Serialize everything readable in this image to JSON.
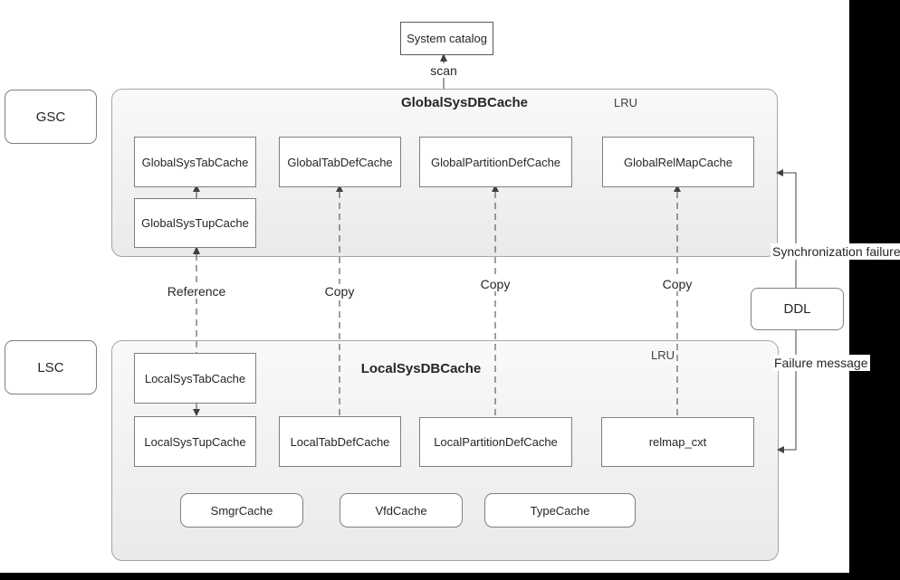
{
  "top": {
    "system_catalog": "System catalog",
    "scan": "scan"
  },
  "side": {
    "gsc": "GSC",
    "lsc": "LSC"
  },
  "global": {
    "title": "GlobalSysDBCache",
    "lru": "LRU",
    "boxes": [
      {
        "label": "GlobalSysTabCache"
      },
      {
        "label": "GlobalTabDefCache"
      },
      {
        "label": "GlobalPartitionDefCache"
      },
      {
        "label": "GlobalRelMapCache"
      },
      {
        "label": "GlobalSysTupCache"
      }
    ]
  },
  "local": {
    "title": "LocalSysDBCache",
    "lru": "LRU",
    "boxes": [
      {
        "label": "LocalSysTabCache"
      },
      {
        "label": "LocalSysTupCache"
      },
      {
        "label": "LocalTabDefCache"
      },
      {
        "label": "LocalPartitionDefCache"
      },
      {
        "label": "relmap_cxt"
      }
    ],
    "rounded_boxes": [
      {
        "label": "SmgrCache"
      },
      {
        "label": "VfdCache"
      },
      {
        "label": "TypeCache"
      }
    ]
  },
  "edges": {
    "reference": "Reference",
    "copy_tabdef": "Copy",
    "copy_partition": "Copy",
    "copy_relmap": "Copy",
    "sync_failure": "Synchronization failure",
    "ddl": "DDL",
    "failure_message": "Failure message"
  },
  "colors": {
    "line": "#404040",
    "box_border": "#7f7f7f",
    "container_border": "#a6a6a6",
    "bar": "#000000"
  }
}
